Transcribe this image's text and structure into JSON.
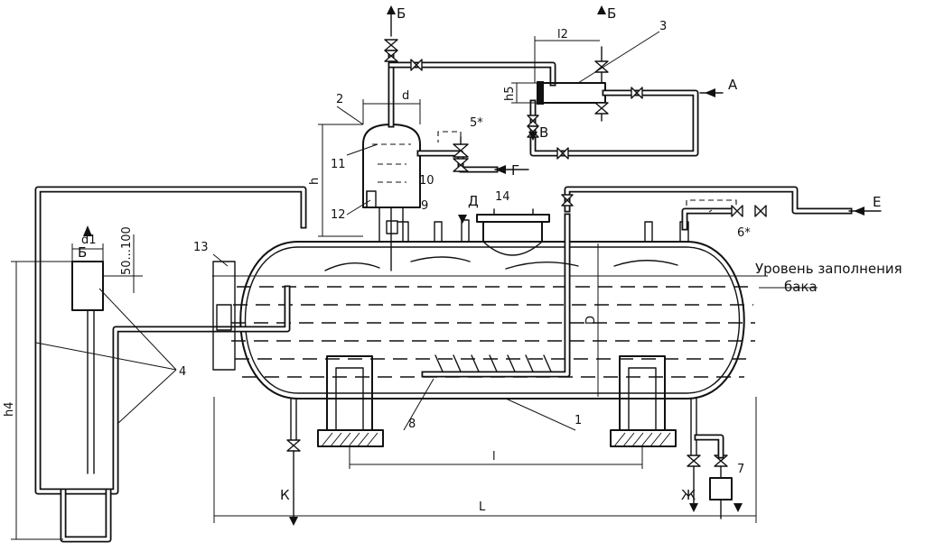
{
  "diagram": {
    "flows": {
      "a": "А",
      "b1": "Б",
      "b2": "Б",
      "b3": "Б",
      "v": "В",
      "g": "Г",
      "d": "Д",
      "e": "Е",
      "zh": "Ж",
      "k": "К"
    },
    "callouts": {
      "n1": "1",
      "n2": "2",
      "n3": "3",
      "n4": "4",
      "n5": "5*",
      "n6": "6*",
      "n7": "7",
      "n8": "8",
      "n9": "9",
      "n10": "10",
      "n11": "11",
      "n12": "12",
      "n13": "13",
      "n14": "14"
    },
    "dimensions": {
      "l2": "l2",
      "h5": "h5",
      "d": "d",
      "h": "h",
      "d1": "d1",
      "range": "50...100",
      "h4": "h4",
      "D": "D",
      "l": "l",
      "L": "L"
    },
    "fill_level_label": {
      "line1": "Уровень заполнения",
      "line2": "бака"
    }
  }
}
